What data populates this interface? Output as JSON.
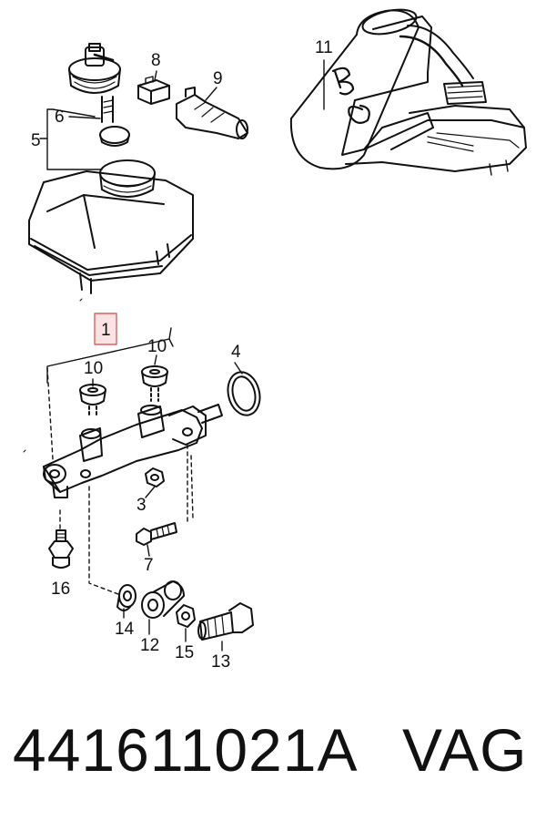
{
  "diagram": {
    "callouts": {
      "c1": "1",
      "c3": "3",
      "c4": "4",
      "c5": "5",
      "c6": "6",
      "c7": "7",
      "c8": "8",
      "c9": "9",
      "c10a": "10",
      "c10b": "10",
      "c11": "11",
      "c12": "12",
      "c13": "13",
      "c14": "14",
      "c15": "15",
      "c16": "16"
    },
    "highlight_color": "#e06060",
    "highlight_fill": "#fbe3e3"
  },
  "footer": {
    "part_number": "441611021A",
    "brand": "VAG"
  }
}
